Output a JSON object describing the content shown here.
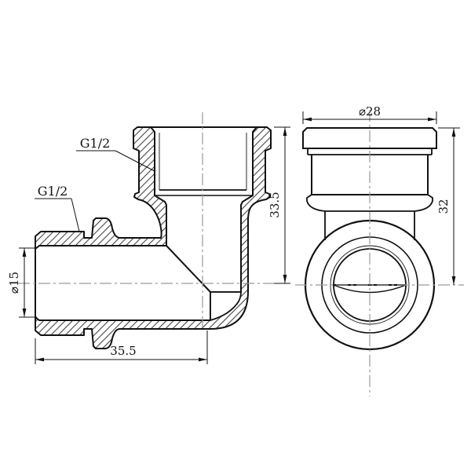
{
  "drawing": {
    "background": "#ffffff",
    "line_color": "#111111",
    "centerline_color": "#9a9a9a",
    "labels": {
      "thread_top_socket": "G1/2",
      "thread_side_male": "G1/2"
    },
    "dimensions": {
      "bore_diameter": "⌀15",
      "body_length": "35.5",
      "body_height": "33.5",
      "socket_outer_diameter": "⌀28",
      "side_view_height": "32"
    }
  }
}
